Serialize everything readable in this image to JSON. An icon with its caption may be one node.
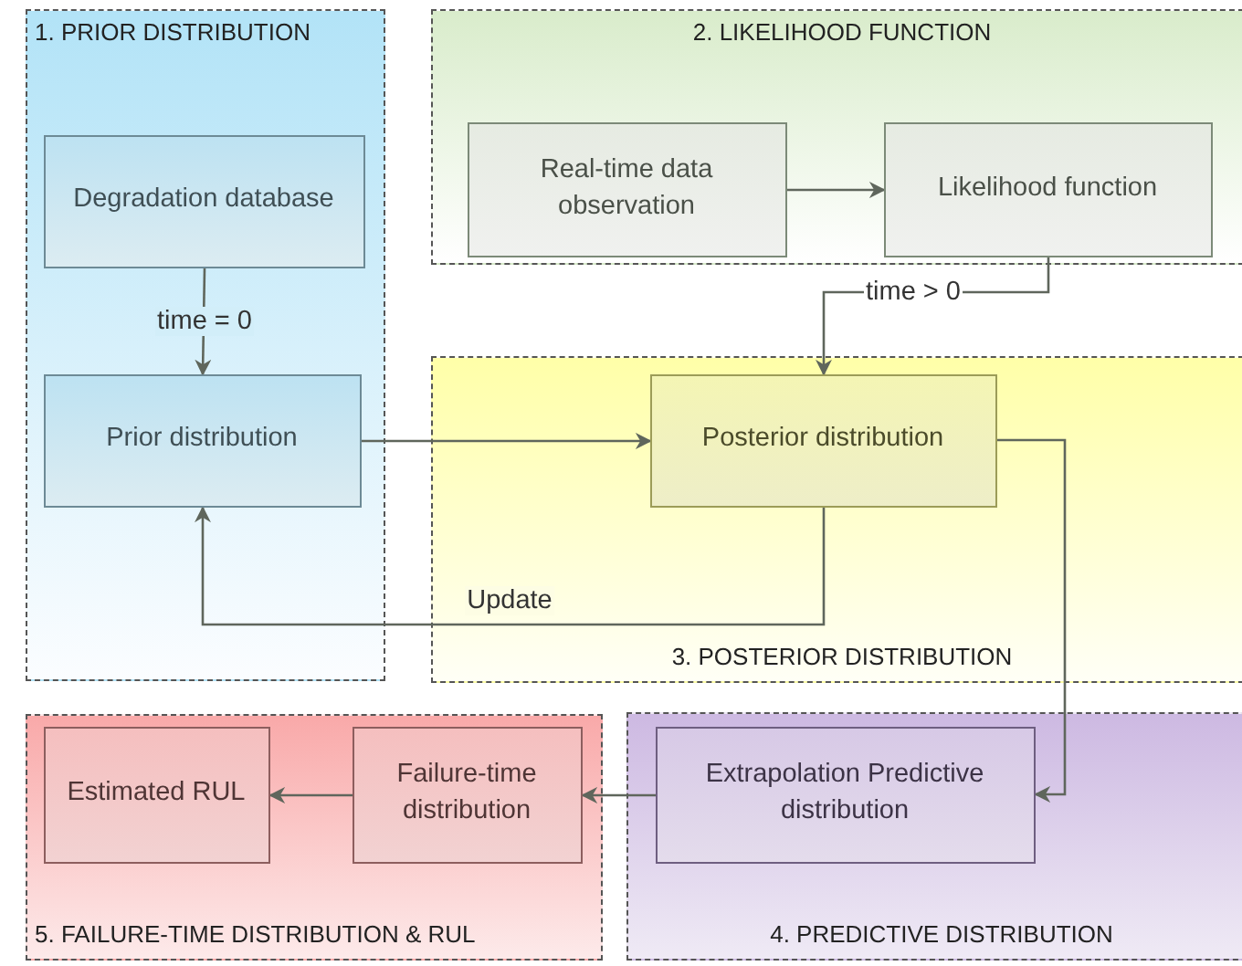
{
  "diagram": {
    "nodes": [
      {
        "text": [
          "1. PRIOR DISTRIBUTION"
        ]
      },
      {
        "text": [
          "Degradation database"
        ],
        "in": 0
      },
      {
        "text": [
          "Prior distribution"
        ],
        "in": 0
      },
      {
        "text": [
          "2. LIKELIHOOD FUNCTION"
        ]
      },
      {
        "text": [
          "Real-time data observation"
        ],
        "in": 3
      },
      {
        "text": [
          "Likelihood function"
        ],
        "in": 3
      },
      {
        "text": [
          "3. POSTERIOR DISTRIBUTION"
        ]
      },
      {
        "text": [
          "Posterior distribution"
        ],
        "in": 6
      },
      {
        "text": [
          "5. FAILURE-TIME DISTRIBUTION & RUL"
        ]
      },
      {
        "text": [
          "Estimated RUL"
        ],
        "in": 8
      },
      {
        "text": [
          "Failure-time distribution"
        ],
        "in": 8
      },
      {
        "text": [
          "4. PREDICTIVE DISTRIBUTION"
        ]
      },
      {
        "text": [
          "Extrapolation Predictive distribution"
        ],
        "in": 11
      }
    ],
    "edges": [
      {
        "from": 1,
        "to": 2,
        "arrow": "to",
        "label": "time = 0"
      },
      {
        "from": 2,
        "to": 7,
        "arrow": "to"
      },
      {
        "from": 4,
        "to": 5,
        "arrow": "to"
      },
      {
        "from": 5,
        "to": 7,
        "arrow": "to",
        "label": "time > 0"
      },
      {
        "from": 7,
        "to": 2,
        "arrow": "to",
        "label": "Update"
      },
      {
        "from": 7,
        "to": 12,
        "arrow": "to"
      },
      {
        "from": 12,
        "to": 10,
        "arrow": "to"
      },
      {
        "from": 10,
        "to": 9,
        "arrow": "to"
      }
    ]
  }
}
